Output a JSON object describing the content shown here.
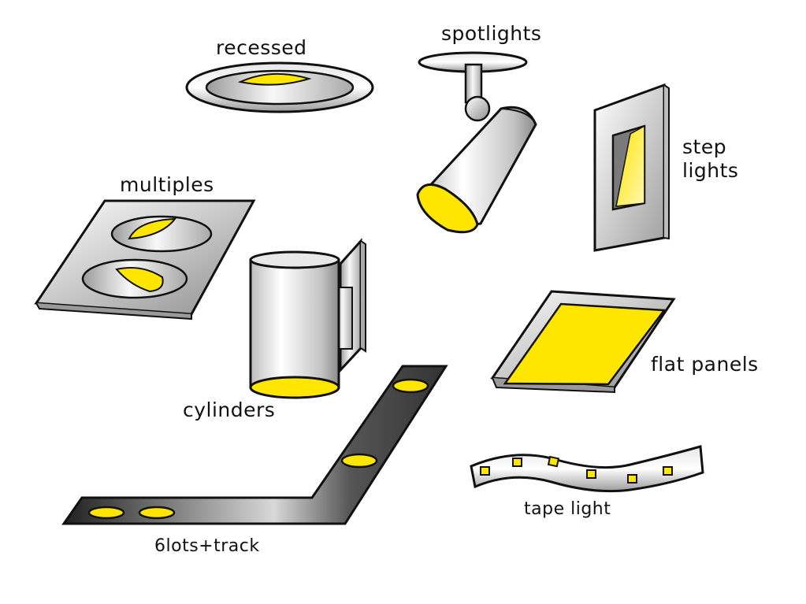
{
  "colors": {
    "light": "#ffe600",
    "metal_light": "#f7f7f7",
    "metal_mid": "#c9c9c9",
    "metal_dark": "#8e8e8e",
    "track_dark": "#2b2b2b",
    "outline": "#111111"
  },
  "labels": {
    "recessed": "recessed",
    "spotlights": "spotlights",
    "step_lights_line1": "step",
    "step_lights_line2": "lights",
    "multiples": "multiples",
    "cylinders": "cylinders",
    "flat_panels": "flat panels",
    "tape_light": "tape light",
    "slots_track": "6lots+track"
  }
}
